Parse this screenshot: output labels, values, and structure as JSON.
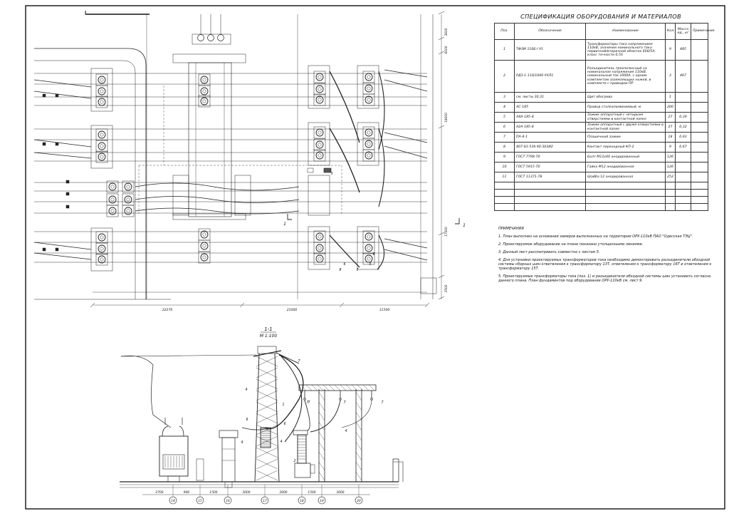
{
  "spec": {
    "title": "СПЕЦИФИКАЦИЯ ОБОРУДОВАНИЯ И МАТЕРИАЛОВ",
    "headers": {
      "pos": "Поз.",
      "designation": "Обозначение",
      "name": "Наименование",
      "qty": "Кол.",
      "mass": "Масса ед., кг",
      "note": "Примечание"
    },
    "rows": [
      {
        "pos": "1",
        "designation": "ТФЗМ 110Б-I У1",
        "name": "Трансформаторы тока напряжением 110кВ, значения номинального тока первичной/вторичной обмоток 600/5А, класс точности 0,5S",
        "qty": "9",
        "mass": "485",
        "note": ""
      },
      {
        "pos": "2",
        "designation": "РДЗ-1-110/1000 УХЛ1",
        "name": "Разъединитель трехполюсный на номинальное напряжение 110кВ, номинальный ток 1000А, с одним комплектом заземляющих ножей, в комплекте с приводом ПР",
        "qty": "3",
        "mass": "467",
        "note": ""
      },
      {
        "pos": "3",
        "designation": "см. листы 30,31",
        "name": "Щит обогрева",
        "qty": "1",
        "mass": "",
        "note": ""
      },
      {
        "pos": "4",
        "designation": "АС-185",
        "name": "Провод сталеалюминиевый, м",
        "qty": "200",
        "mass": "",
        "note": ""
      },
      {
        "pos": "5",
        "designation": "А4А-185-8",
        "name": "Зажим аппаратный с четырьмя отверстиями в контактной лапке",
        "qty": "27",
        "mass": "0,39",
        "note": ""
      },
      {
        "pos": "6",
        "designation": "А2А-185-8",
        "name": "Зажим аппаратный с двумя отверстиями в контактной лапке",
        "qty": "27",
        "mass": "0,32",
        "note": ""
      },
      {
        "pos": "7",
        "designation": "ПА-4-1",
        "name": "Плашечный зажим",
        "qty": "18",
        "mass": "0,93",
        "note": ""
      },
      {
        "pos": "8",
        "designation": "407-03-539.90-303И2",
        "name": "Контакт переходный КП-2",
        "qty": "9",
        "mass": "0,67",
        "note": ""
      },
      {
        "pos": "9",
        "designation": "ГОСТ 7798-70",
        "name": "Болт М12х60 анодированный",
        "qty": "126",
        "mass": "",
        "note": ""
      },
      {
        "pos": "10",
        "designation": "ГОСТ 5915-70",
        "name": "Гайка М12 анодированная",
        "qty": "126",
        "mass": "",
        "note": ""
      },
      {
        "pos": "11",
        "designation": "ГОСТ 11371-78",
        "name": "Шайба 12 анодированная",
        "qty": "252",
        "mass": "",
        "note": ""
      }
    ],
    "empty_rows": 4
  },
  "notes": {
    "title": "ПРИМЕЧАНИЯ",
    "items": [
      "1. План выполнен на основании замеров выполненных на территории ОРУ-110кВ ПАО \"Одесская ТЭЦ\".",
      "2. Проектируемое оборудование на плане показано утолщенными линиями.",
      "3. Данный лист рассматривать совместно с листом 5.",
      "4. Для установки проектируемых трансформаторов тока необходимо демонтировать разъединители обходной системы сборных шин ответвления к трансформатору 13Т, ответвления к трансформатору 16Т и ответвления к трансформатору 15Т.",
      "5. Проектируемые трансформаторы тока (поз. 1) и разъединители обходной системы шин установить согласно данного плана. План фундаментов под оборудование ОРУ-110кВ см. лист 9."
    ]
  },
  "plan": {
    "dims_bottom": [
      "22270",
      "21000",
      "11500"
    ],
    "dims_right": [
      "3600",
      "6000",
      "18000",
      "17000",
      "3500"
    ],
    "section_mark": "1",
    "callouts": [
      "3",
      "6",
      "5",
      "6",
      "5",
      "8"
    ]
  },
  "section": {
    "title": "1-1",
    "scale": "М 1:100",
    "axis_marks": [
      "14",
      "15",
      "16",
      "17",
      "18",
      "19",
      "20"
    ],
    "dims": [
      "2700",
      "900",
      "1500",
      "3000",
      "3000",
      "1500",
      "3000"
    ],
    "callouts": [
      "7",
      "7",
      "4",
      "6",
      "1",
      "6",
      "7",
      "7",
      "7",
      "4",
      "4",
      "4",
      "2"
    ]
  }
}
